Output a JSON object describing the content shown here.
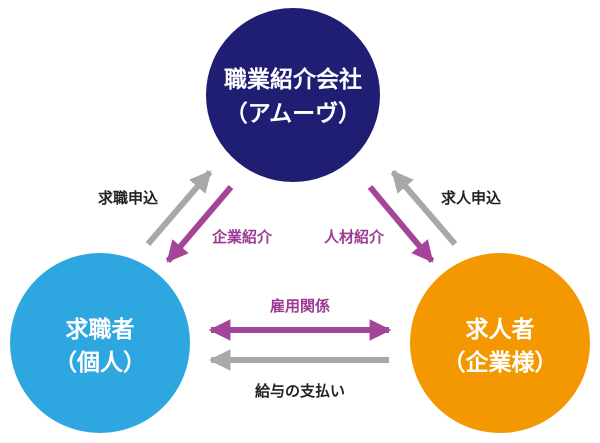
{
  "nodes": {
    "agency": {
      "line1": "職業紹介会社",
      "line2": "（アムーヴ）"
    },
    "seeker": {
      "line1": "求職者",
      "line2": "（個人）"
    },
    "employer": {
      "line1": "求人者",
      "line2": "（企業様）"
    }
  },
  "flows": {
    "seeker_to_agency": "求職申込",
    "agency_to_seeker": "企業紹介",
    "agency_to_employer": "人材紹介",
    "employer_to_agency": "求人申込",
    "employment": "雇用関係",
    "salary": "給与の支払い"
  },
  "colors": {
    "agency": "#201e72",
    "seeker": "#2ea7e0",
    "employer": "#f39800",
    "purple_arrow": "#a44599",
    "gray_arrow": "#a8a8a8"
  }
}
